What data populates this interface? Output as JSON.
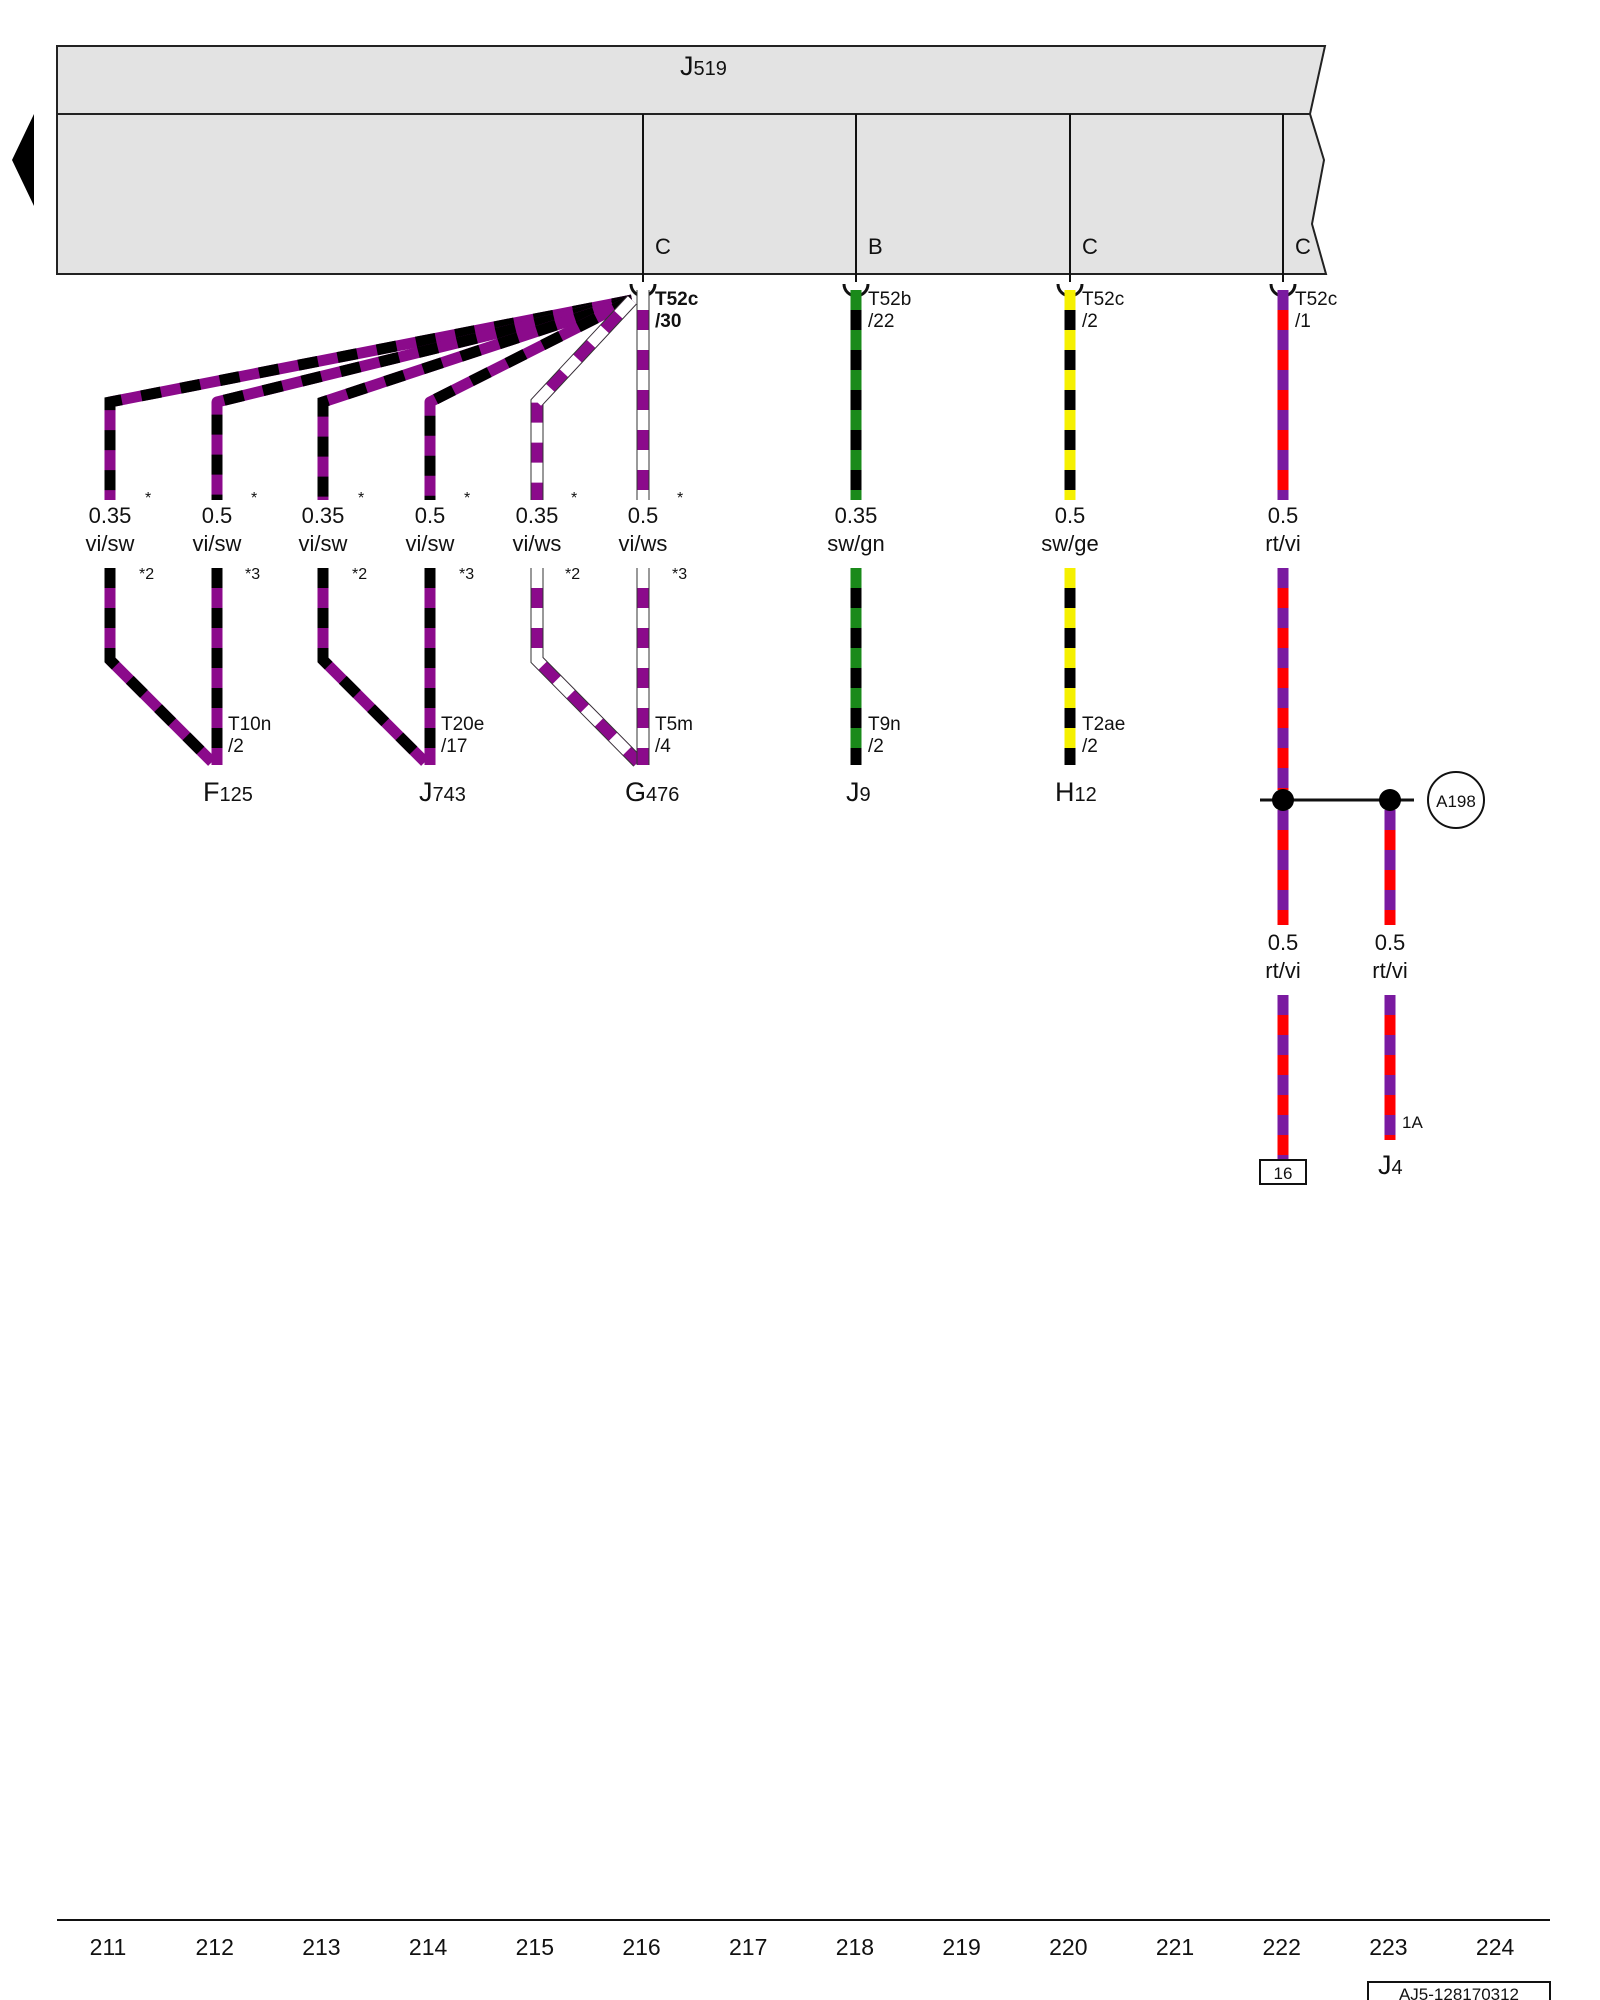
{
  "diagram": {
    "control_unit": {
      "code": "J",
      "sub": "519"
    },
    "pin_groups": [
      "C",
      "B",
      "C",
      "C"
    ],
    "connectors": [
      {
        "name": "T52c",
        "pin": "/30"
      },
      {
        "name": "T52b",
        "pin": "/22"
      },
      {
        "name": "T52c",
        "pin": "/2"
      },
      {
        "name": "T52c",
        "pin": "/1"
      }
    ],
    "wires": [
      {
        "size": "0.35",
        "color": "vi/sw",
        "star": "*",
        "variant": "*2",
        "stripes": [
          "#8b0a8b",
          "#000000"
        ]
      },
      {
        "size": "0.5",
        "color": "vi/sw",
        "star": "*",
        "variant": "*3",
        "stripes": [
          "#8b0a8b",
          "#000000"
        ]
      },
      {
        "size": "0.35",
        "color": "vi/sw",
        "star": "*",
        "variant": "*2",
        "stripes": [
          "#8b0a8b",
          "#000000"
        ]
      },
      {
        "size": "0.5",
        "color": "vi/sw",
        "star": "*",
        "variant": "*3",
        "stripes": [
          "#8b0a8b",
          "#000000"
        ]
      },
      {
        "size": "0.35",
        "color": "vi/ws",
        "star": "*",
        "variant": "*2",
        "stripes": [
          "#8b0a8b",
          "#ffffff"
        ]
      },
      {
        "size": "0.5",
        "color": "vi/ws",
        "star": "*",
        "variant": "*3",
        "stripes": [
          "#8b0a8b",
          "#ffffff"
        ]
      },
      {
        "size": "0.35",
        "color": "sw/gn",
        "stripes": [
          "#000000",
          "#1a8a1a"
        ]
      },
      {
        "size": "0.5",
        "color": "sw/ge",
        "stripes": [
          "#000000",
          "#f5f000"
        ]
      },
      {
        "size": "0.5",
        "color": "rt/vi",
        "stripes": [
          "#ff0000",
          "#7a1aa0"
        ]
      },
      {
        "size": "0.5",
        "color": "rt/vi",
        "stripes": [
          "#ff0000",
          "#7a1aa0"
        ]
      },
      {
        "size": "0.5",
        "color": "rt/vi",
        "stripes": [
          "#ff0000",
          "#7a1aa0"
        ]
      }
    ],
    "bottom_connectors": [
      {
        "name": "T10n",
        "pin": "/2"
      },
      {
        "name": "T20e",
        "pin": "/17"
      },
      {
        "name": "T5m",
        "pin": "/4"
      },
      {
        "name": "T9n",
        "pin": "/2"
      },
      {
        "name": "T2ae",
        "pin": "/2"
      }
    ],
    "components": [
      {
        "code": "F",
        "sub": "125"
      },
      {
        "code": "J",
        "sub": "743"
      },
      {
        "code": "G",
        "sub": "476"
      },
      {
        "code": "J",
        "sub": "9"
      },
      {
        "code": "H",
        "sub": "12"
      },
      {
        "code": "J",
        "sub": "4"
      }
    ],
    "splice": "A198",
    "ground_box": "16",
    "fuse_label": "1A",
    "grid_numbers": [
      "211",
      "212",
      "213",
      "214",
      "215",
      "216",
      "217",
      "218",
      "219",
      "220",
      "221",
      "222",
      "223",
      "224"
    ],
    "reference": "AJ5-128170312"
  }
}
